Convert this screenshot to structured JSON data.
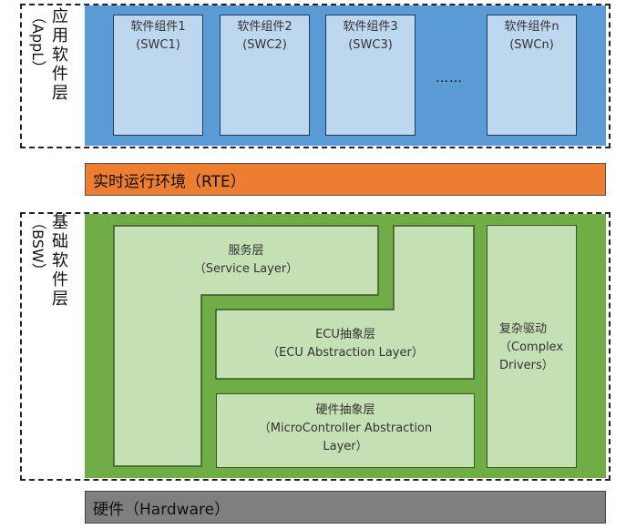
{
  "app_layer": {
    "label_lines": [
      "（",
      "AppL",
      "）",
      "应",
      "用",
      "软",
      "件",
      "层"
    ],
    "components": [
      {
        "name": "软件组件1",
        "abbr": "(SWC1)"
      },
      {
        "name": "软件组件2",
        "abbr": "(SWC2)"
      },
      {
        "name": "软件组件3",
        "abbr": "(SWC3)"
      },
      {
        "name": "软件组件n",
        "abbr": "(SWCn)"
      }
    ],
    "ellipsis": "……"
  },
  "rte": {
    "label": "实时运行环境（RTE）",
    "color": "#ed7d31"
  },
  "bsw": {
    "label_lines": [
      "（",
      "BSW",
      "）",
      "基",
      "础",
      "软",
      "件",
      "层"
    ],
    "service_layer": {
      "line1": "服务层",
      "line2": "（Service Layer）"
    },
    "ecu_layer": {
      "line1": "ECU抽象层",
      "line2": "（ECU Abstraction Layer）"
    },
    "mcal_layer": {
      "line1": "硬件抽象层",
      "line2": "（MicroController Abstraction",
      "line3": "Layer）"
    },
    "complex_drivers": {
      "line1": "复杂驱动",
      "line2": "（Complex",
      "line3": "Drivers）"
    }
  },
  "hardware": {
    "label": "硬件（Hardware）",
    "color": "#7f7f7f"
  }
}
